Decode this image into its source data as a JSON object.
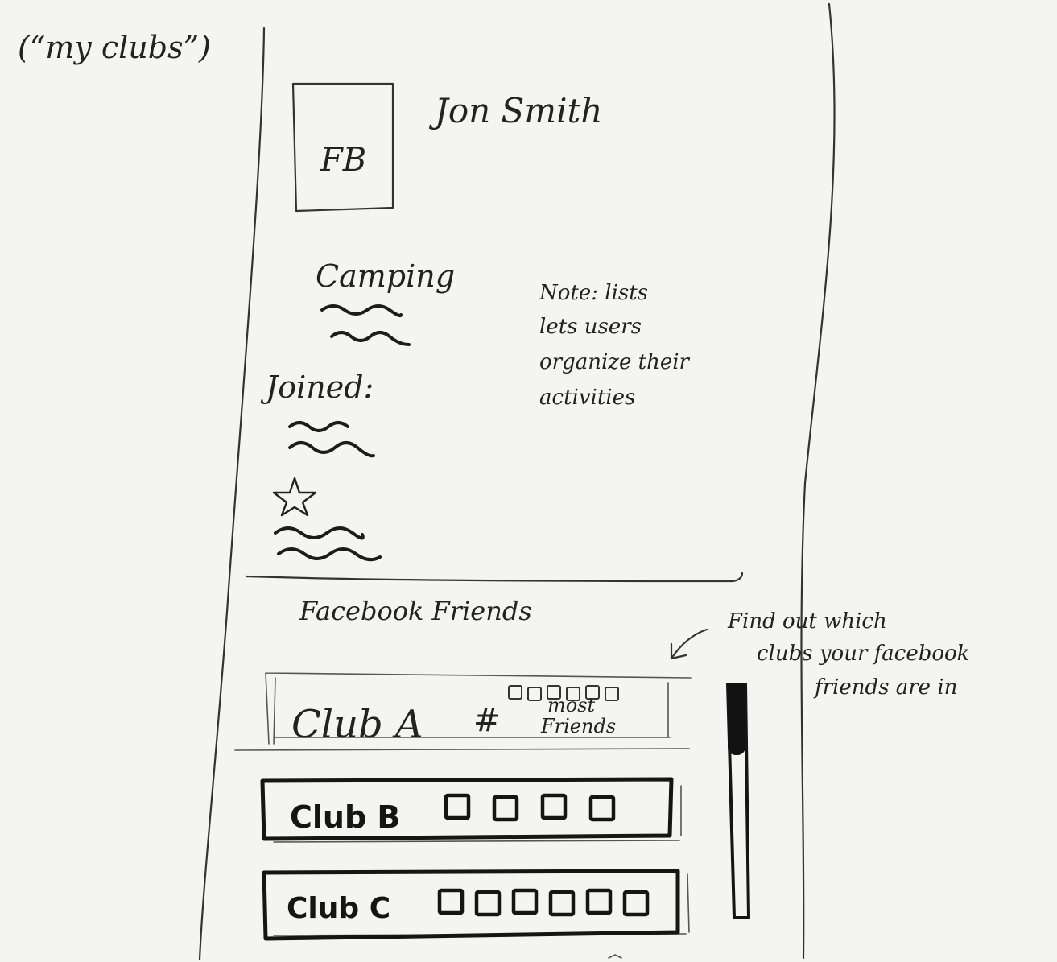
{
  "screen_label": "(“my clubs”)",
  "profile": {
    "photo_label": "FB",
    "name": "Jon Smith"
  },
  "lists": {
    "camping_label": "Camping",
    "joined_label": "Joined:",
    "favorites_icon": "star-icon"
  },
  "notes": {
    "lists_note": [
      "Note: lists",
      "lets users",
      "organize their",
      "activities"
    ],
    "friends_note": [
      "Find out which",
      "clubs your facebook",
      "friends are in"
    ]
  },
  "friends_section": {
    "title": "Facebook Friends",
    "clubs": [
      {
        "name": "Club A",
        "marker": "#",
        "friend_count": 6,
        "caption": [
          "most",
          "Friends"
        ]
      },
      {
        "name": "Club B",
        "friend_count": 4
      },
      {
        "name": "Club C",
        "friend_count": 6
      }
    ]
  }
}
